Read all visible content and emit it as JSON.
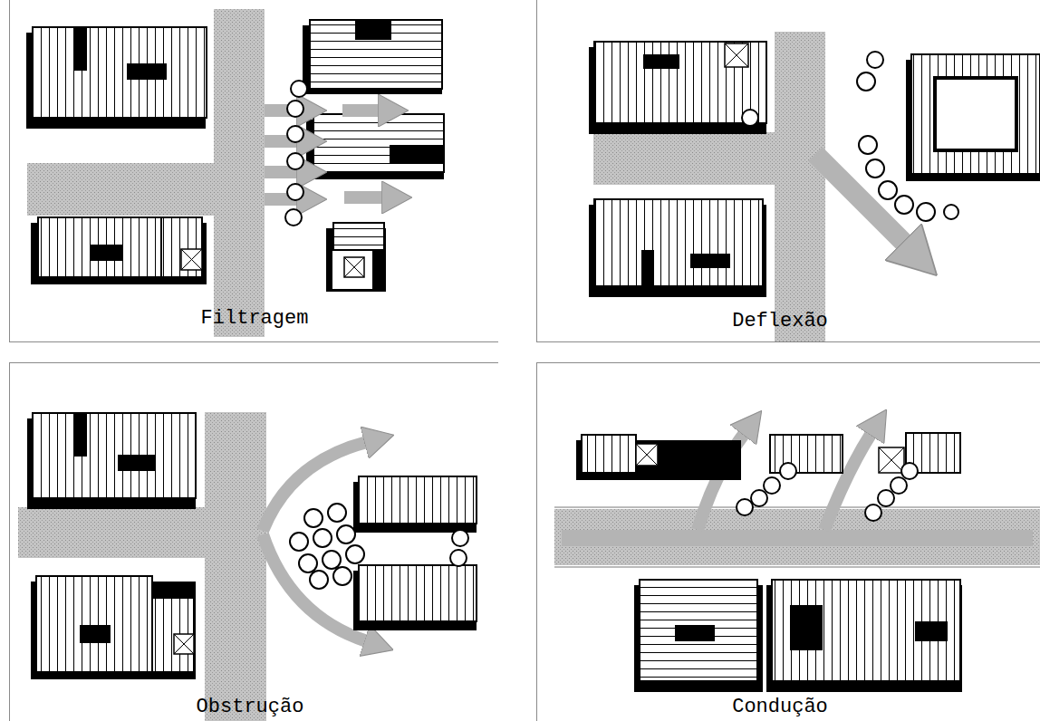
{
  "diagram": {
    "nodes": [
      {
        "text": [
          "Filtragem"
        ]
      },
      {
        "text": [
          "Deflexão"
        ]
      },
      {
        "text": [
          "Obstrução"
        ]
      },
      {
        "text": [
          "Condução"
        ]
      }
    ]
  }
}
